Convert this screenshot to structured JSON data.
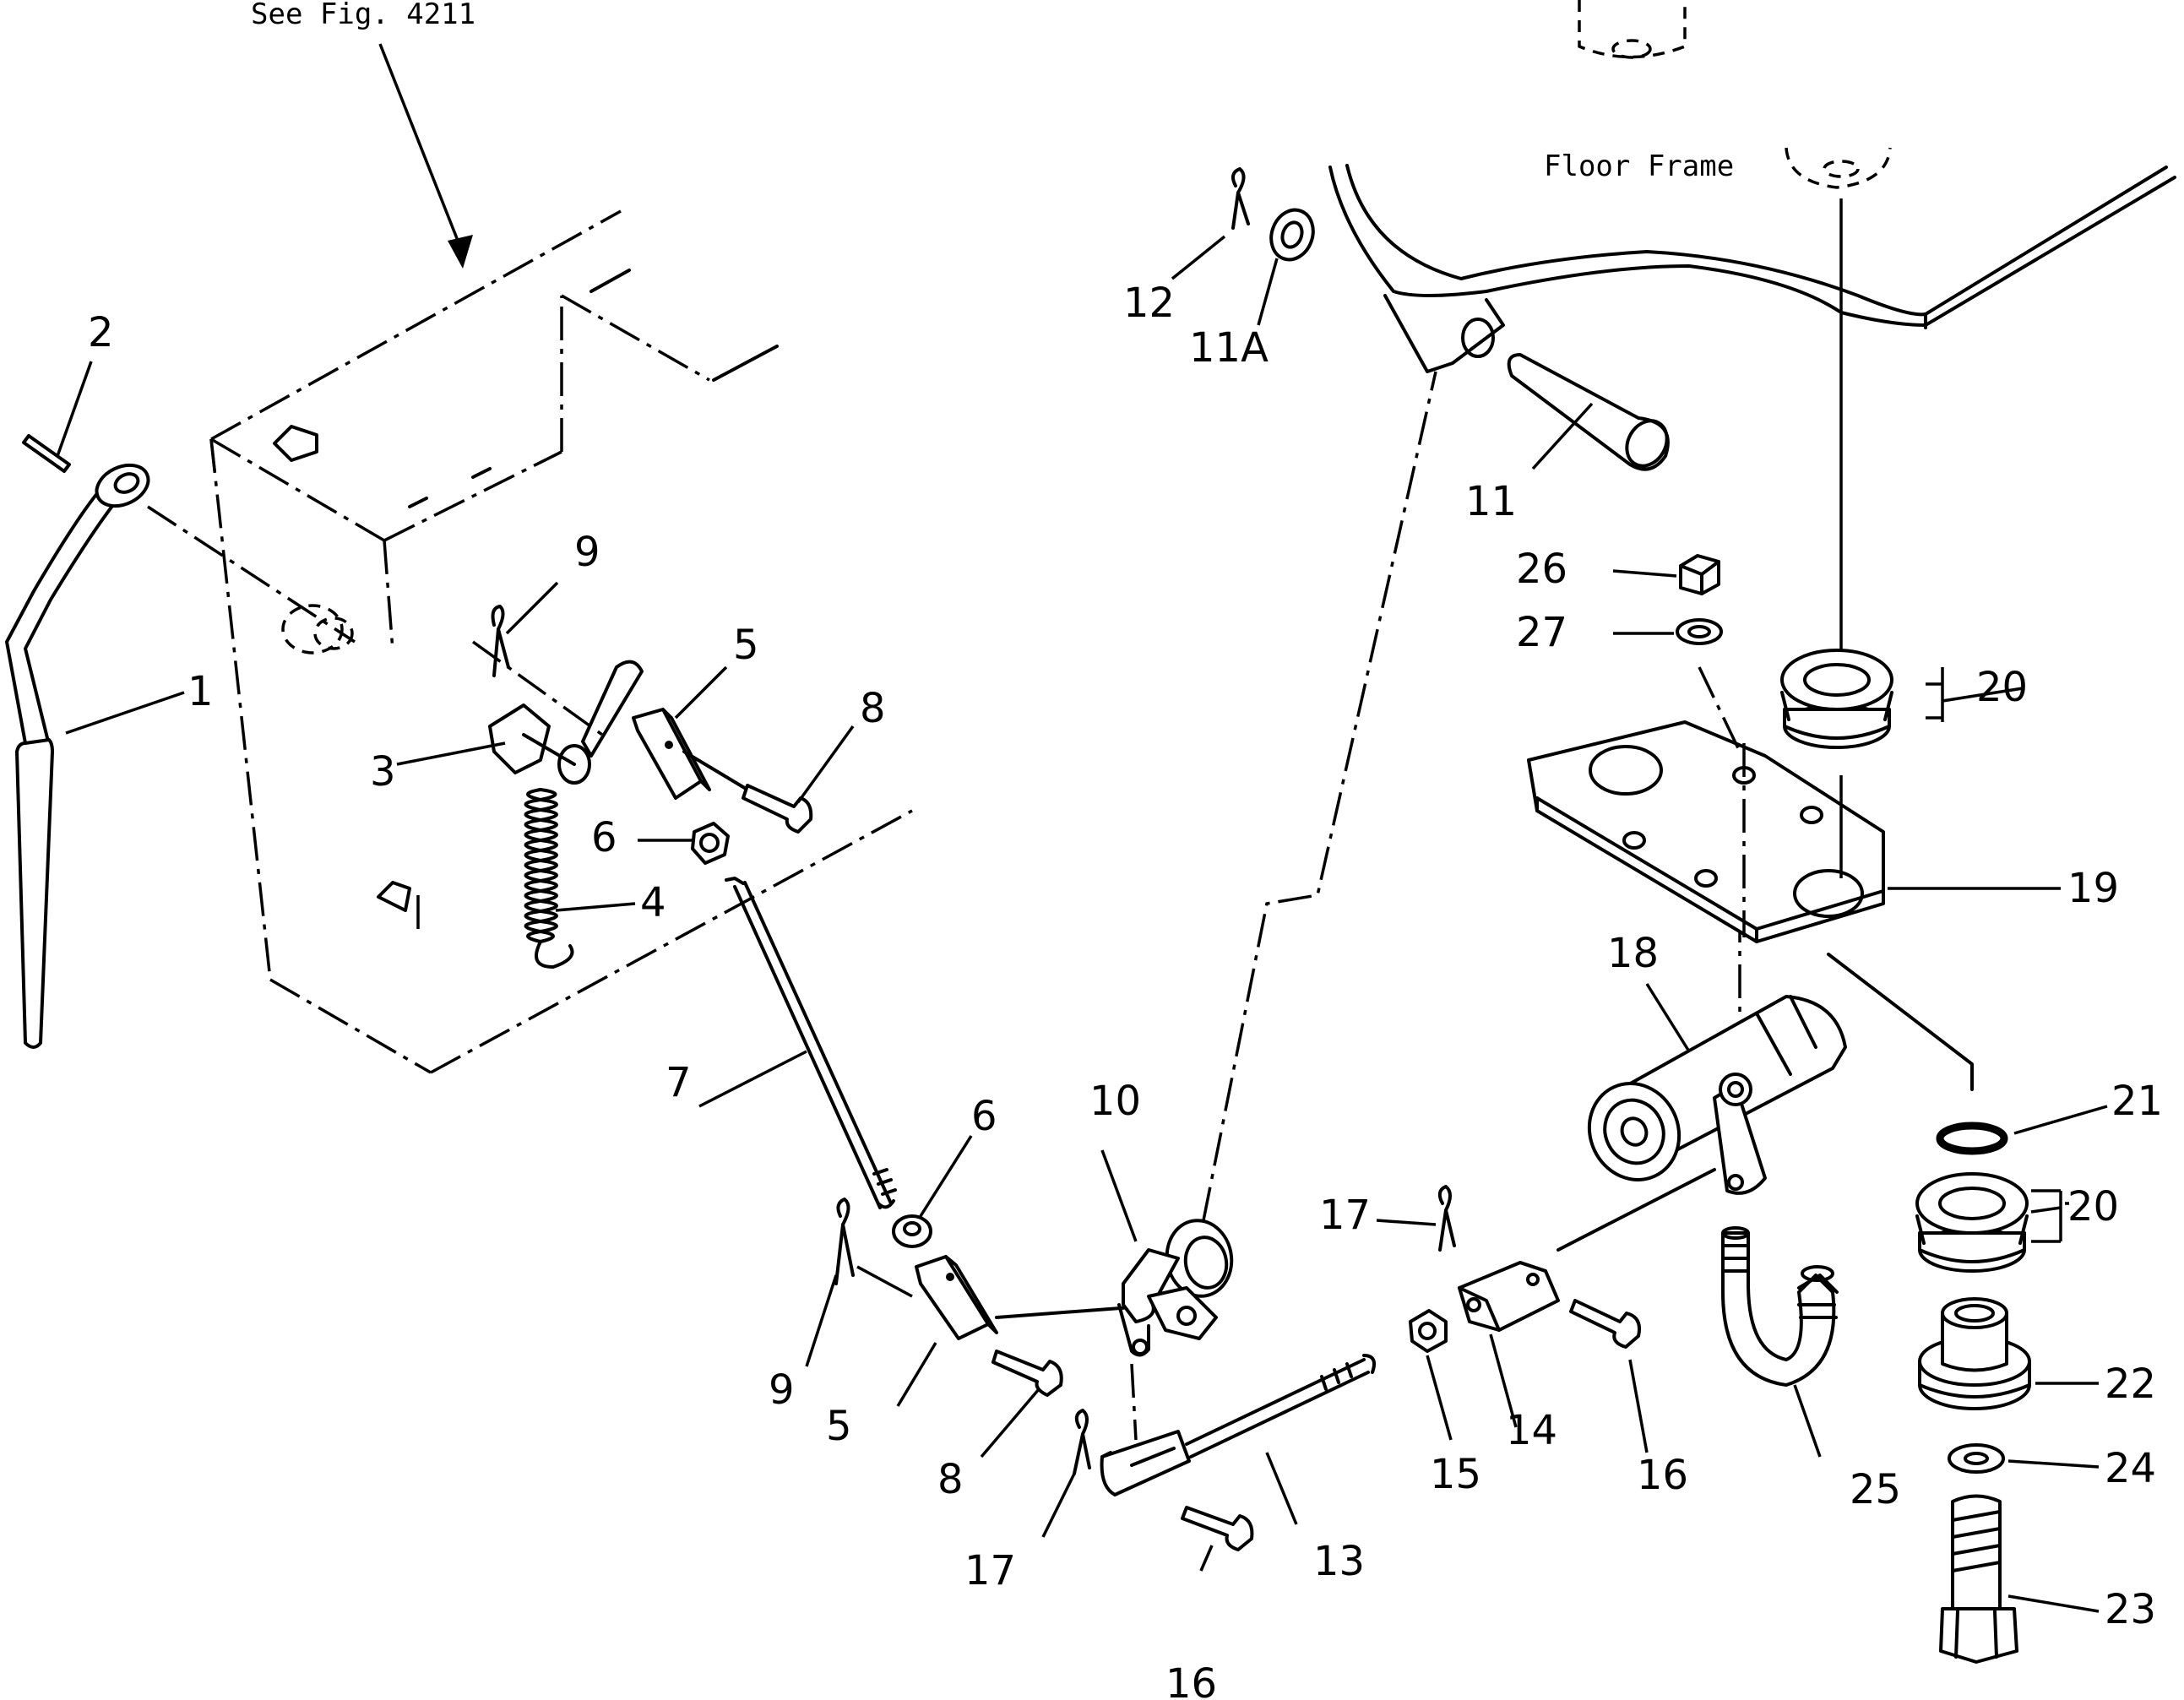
{
  "notes": {
    "see_fig": "See  Fig.  4211",
    "floor_frame": "Floor  Frame"
  },
  "callouts": {
    "c1": "1",
    "c2": "2",
    "c3": "3",
    "c4": "4",
    "c5a": "5",
    "c5b": "5",
    "c6a": "6",
    "c6b": "6",
    "c7": "7",
    "c8a": "8",
    "c8b": "8",
    "c9a": "9",
    "c9b": "9",
    "c10": "10",
    "c11": "11",
    "c11a": "11A",
    "c12": "12",
    "c13": "13",
    "c14": "14",
    "c15": "15",
    "c16a": "16",
    "c16b": "16",
    "c17a": "17",
    "c17b": "17",
    "c18": "18",
    "c19": "19",
    "c20a": "20",
    "c20b": "20",
    "c21": "21",
    "c22": "22",
    "c23": "23",
    "c24": "24",
    "c25": "25",
    "c26": "26",
    "c27": "27"
  }
}
